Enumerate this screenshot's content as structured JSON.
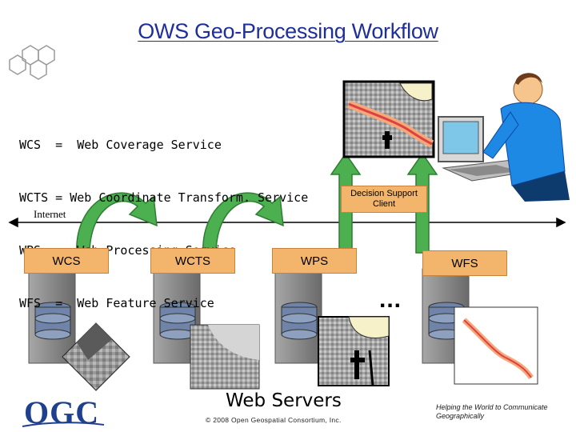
{
  "title": "OWS Geo-Processing Workflow",
  "definitions": [
    "WCS  =  Web Coverage Service",
    "WCTS = Web Coordinate Transform. Service",
    "WPS  =  Web Processing Service",
    "WFS  =  Web Feature Service"
  ],
  "internet_label": "Internet",
  "services": {
    "wcs": "WCS",
    "wcts": "WCTS",
    "wps": "WPS",
    "wfs": "WFS"
  },
  "decision_support": {
    "line1": "Decision Support",
    "line2": "Client"
  },
  "ellipsis": "...",
  "web_servers_label": "Web Servers",
  "copyright": "© 2008 Open Geospatial Consortium, Inc.",
  "tagline": "Helping the World to Communicate Geographically",
  "logo_text": "OGC",
  "colors": {
    "title": "#1f2f9a",
    "service_box": "#f2b56b",
    "arrow_green": "#4caf50",
    "server_gray": "#8a8a8a",
    "disk_blue": "#6f84a8"
  }
}
